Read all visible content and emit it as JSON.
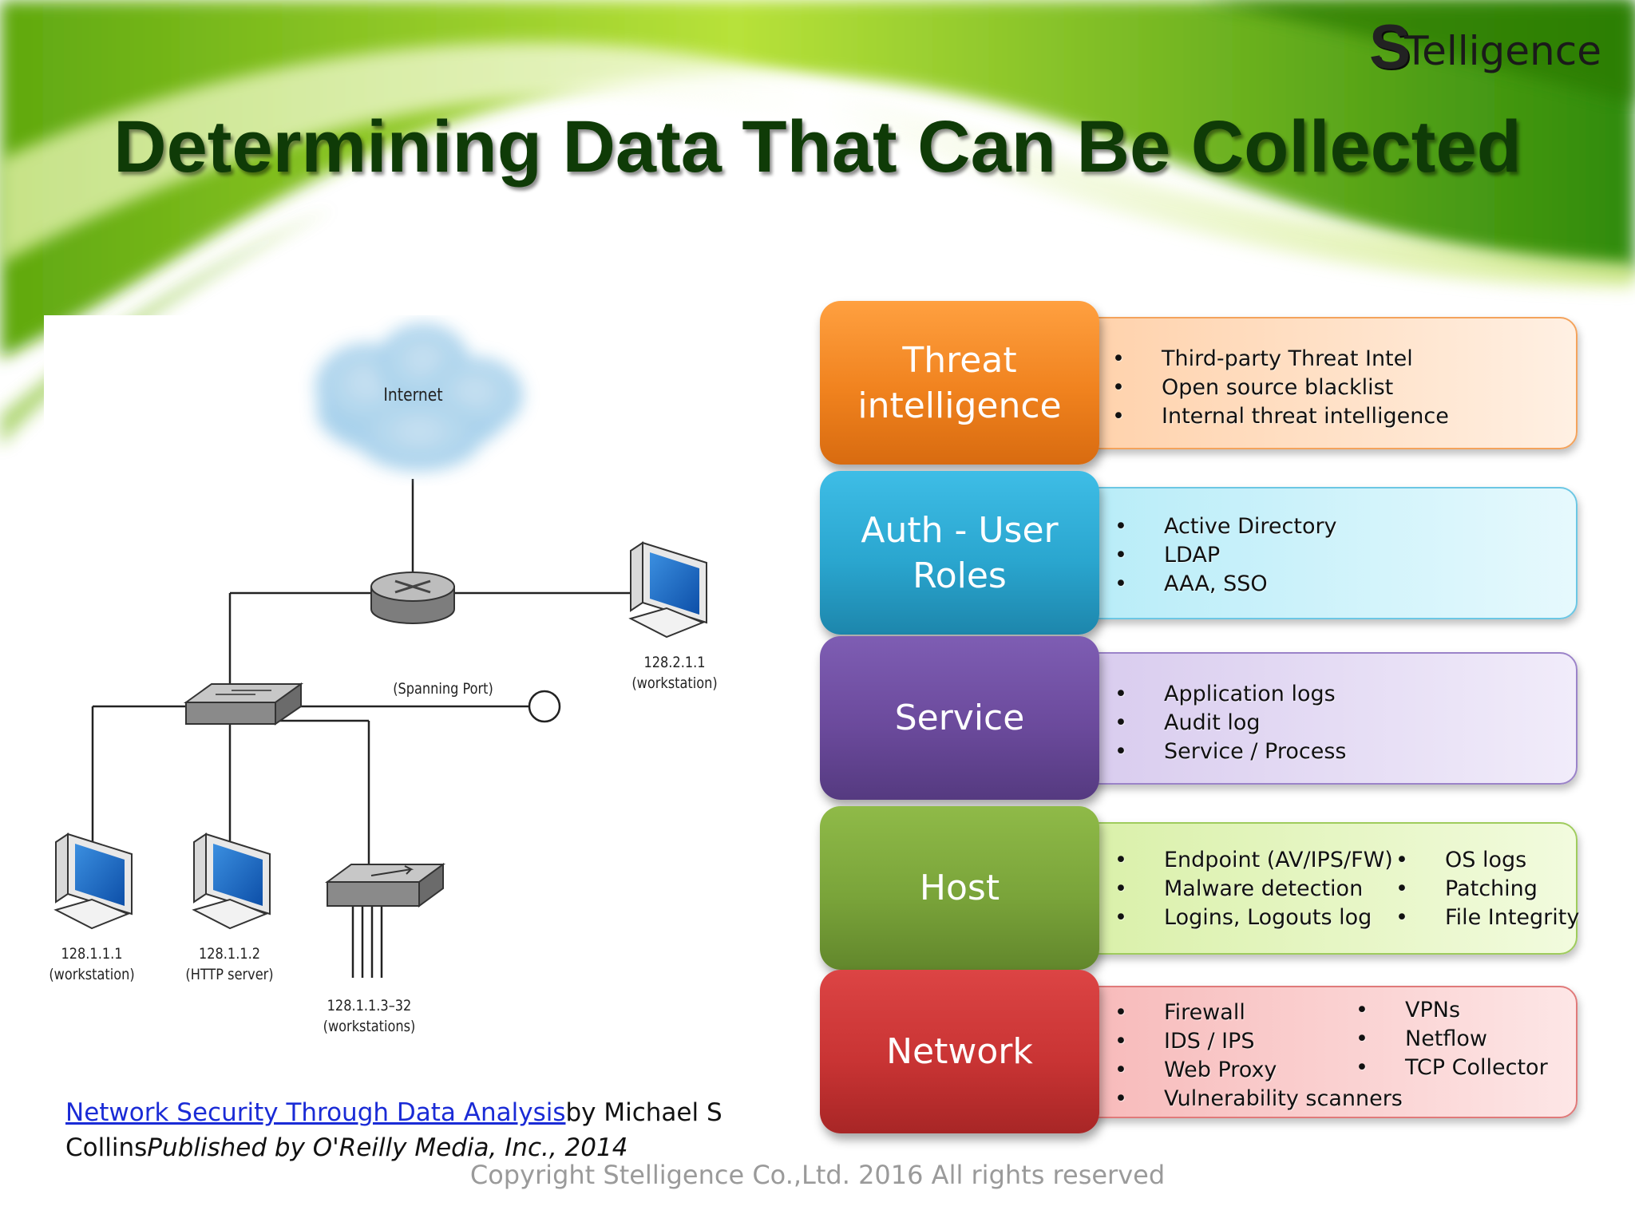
{
  "header": {
    "logo_text": "STelligence",
    "logo_s": "S",
    "logo_rest": "Telligence",
    "title": "Determining Data That Can Be Collected"
  },
  "diagram": {
    "cloud_label": "Internet",
    "spanning_port_label": "(Spanning Port)",
    "nodes": [
      {
        "ip": "128.2.1.1",
        "role": "(workstation)"
      },
      {
        "ip": "128.1.1.1",
        "role": "(workstation)"
      },
      {
        "ip": "128.1.1.2",
        "role": "(HTTP server)"
      },
      {
        "ip": "128.1.1.3–32",
        "role": "(workstations)"
      }
    ]
  },
  "citation": {
    "link_text": "Network Security Through Data Analysis",
    "author": "by Michael S Collins",
    "publisher": "Published by O'Reilly Media, Inc., 2014"
  },
  "footer": {
    "copyright": "Copyright Stelligence Co.,Ltd. 2016 All rights reserved"
  },
  "categories": [
    {
      "label": "Threat intelligence",
      "color": "#f0821e",
      "items": [
        "Third-party Threat Intel",
        "Open source blacklist",
        "Internal threat intelligence"
      ],
      "items_right": []
    },
    {
      "label": "Auth - User Roles",
      "color": "#2aa6cf",
      "items": [
        "Active Directory",
        "LDAP",
        "AAA, SSO"
      ],
      "items_right": []
    },
    {
      "label": "Service",
      "color": "#6b4a9c",
      "items": [
        "Application logs",
        "Audit log",
        "Service / Process"
      ],
      "items_right": []
    },
    {
      "label": "Host",
      "color": "#7aa43a",
      "items": [
        "Endpoint (AV/IPS/FW)",
        "Malware detection",
        "Logins, Logouts log"
      ],
      "items_right": [
        "OS logs",
        "Patching",
        "File Integrity"
      ]
    },
    {
      "label": "Network",
      "color": "#c93434",
      "items": [
        "Firewall",
        "IDS / IPS",
        "Web Proxy",
        "Vulnerability scanners"
      ],
      "items_right": [
        "VPNs",
        "Netflow",
        "TCP Collector"
      ]
    }
  ]
}
